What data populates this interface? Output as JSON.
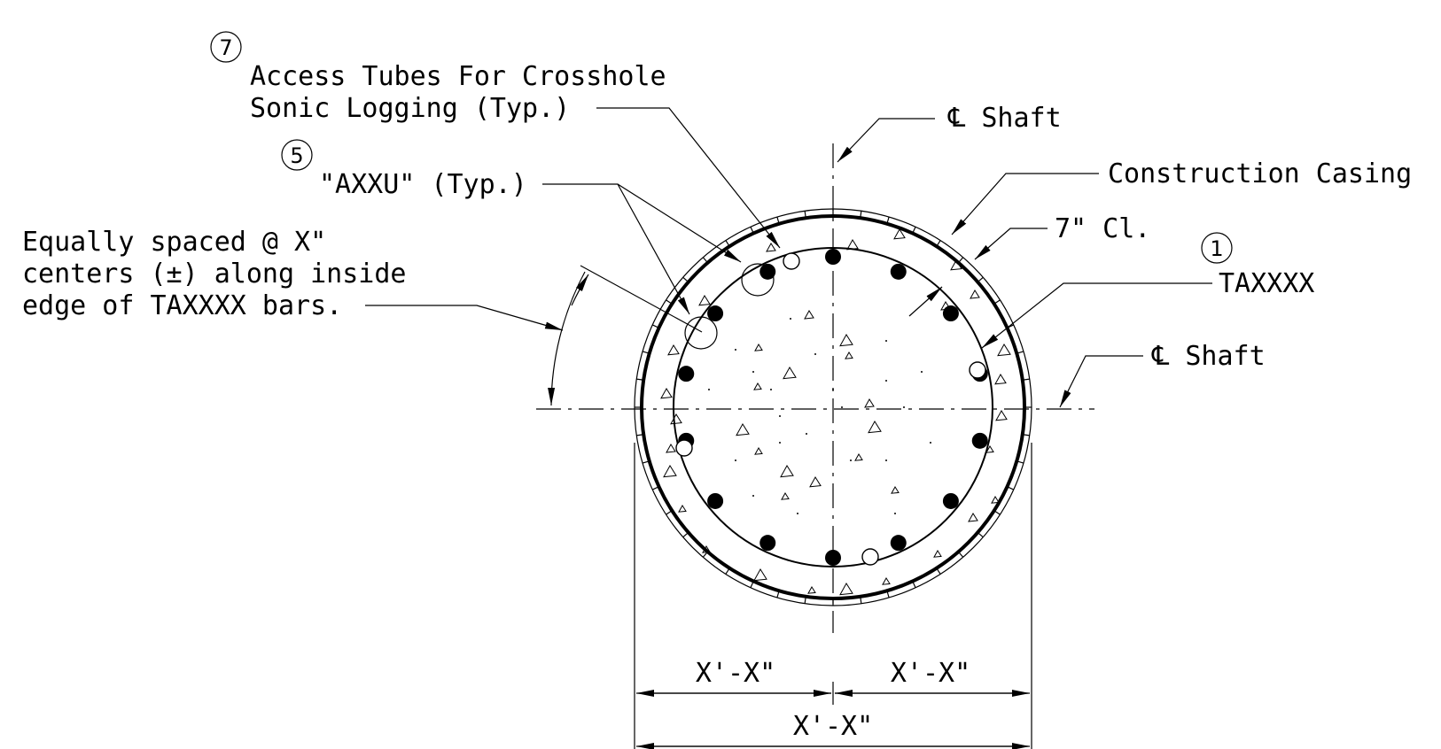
{
  "labels": {
    "access_tubes_line1": "Access Tubes For Crosshole",
    "access_tubes_line2": "Sonic Logging (Typ.)",
    "axxu": "\"AXXU\" (Typ.)",
    "shaft_top": "℄ Shaft",
    "shaft_right": "℄ Shaft",
    "construction_casing": "Construction Casing",
    "cover": "7\" Cl.",
    "taxxxx": "TAXXXX",
    "spacing_line1": "Equally spaced @ X\"",
    "spacing_line2": "centers (±) along inside",
    "spacing_line3": "edge of TAXXXX bars.",
    "dim_left": "X'-X\"",
    "dim_right": "X'-X\"",
    "dim_total": "X'-X\""
  },
  "callouts": {
    "tag_7": "7",
    "tag_5": "5",
    "tag_1": "1"
  }
}
